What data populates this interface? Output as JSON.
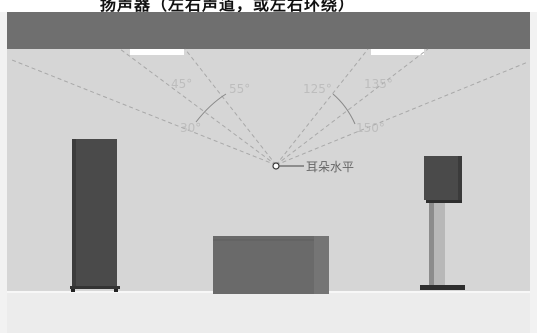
{
  "title": "扬声器（左右声道，或左右环绕）",
  "ear_label": "耳朵水平",
  "left_angles": [
    "45°",
    "55°",
    "30°"
  ],
  "right_angles": [
    "125°",
    "135°",
    "150°"
  ],
  "colors": {
    "ceiling": "#6f6f6f",
    "wall": "#d6d6d6",
    "floor": "#ececec",
    "speaker": "#4a4a4a",
    "sofa": "#6a6a6a",
    "light": "#ffffff",
    "guide_line": "#a8a8a8",
    "angle_text": "#bdbdbd"
  }
}
